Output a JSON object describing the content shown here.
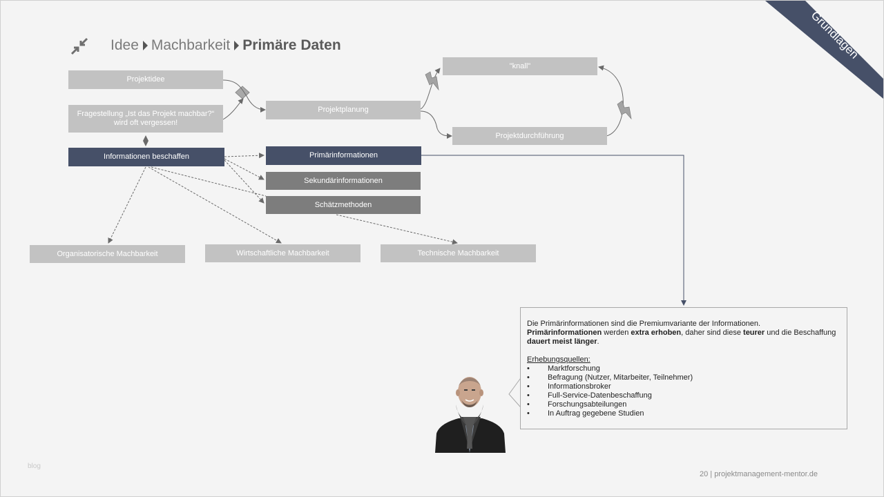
{
  "breadcrumb": {
    "step1": "Idee",
    "step2": "Machbarkeit",
    "step3": "Primäre Daten"
  },
  "corner_label": "Grundlagen",
  "nodes": {
    "projektidee": "Projektidee",
    "fragestellung": "Fragestellung „Ist das Projekt machbar?“ wird oft vergessen!",
    "informationen_beschaffen": "Informationen beschaffen",
    "projektplanung": "Projektplanung",
    "knall": "\"knall\"",
    "projektdurchfuehrung": "Projektdurchführung",
    "primaerinformationen": "Primärinformationen",
    "sekundaerinformationen": "Sekundärinformationen",
    "schaetzmethoden": "Schätzmethoden",
    "organisatorische": "Organisatorische Machbarkeit",
    "wirtschaftliche": "Wirtschaftliche Machbarkeit",
    "technische": "Technische Machbarkeit"
  },
  "info": {
    "line1": "Die Primärinformationen sind die Premiumvariante der Informationen.",
    "l2_a": "Primärinformationen",
    "l2_b": " werden ",
    "l2_c": "extra erhoben",
    "l2_d": ", daher sind diese ",
    "l2_e": "teurer",
    "l2_f": " und die Beschaffung ",
    "l2_g": "dauert meist länger",
    "l2_h": ".",
    "sources_heading": "Erhebungsquellen:",
    "bullet": "•",
    "sources": [
      "Marktforschung",
      "Befragung (Nutzer, Mitarbeiter, Teilnehmer)",
      "Informationsbroker",
      "Full-Service-Datenbeschaffung",
      "Forschungsabteilungen",
      "In Auftrag gegebene Studien"
    ]
  },
  "footer": {
    "page": "20",
    "separator": "|",
    "site": "projektmanagement-mentor.de"
  },
  "blog_label": "blog",
  "colors": {
    "dark_box": "#465068",
    "light_box": "#c2c2c2",
    "mid_box": "#7d7d7d",
    "corner": "#465068"
  }
}
